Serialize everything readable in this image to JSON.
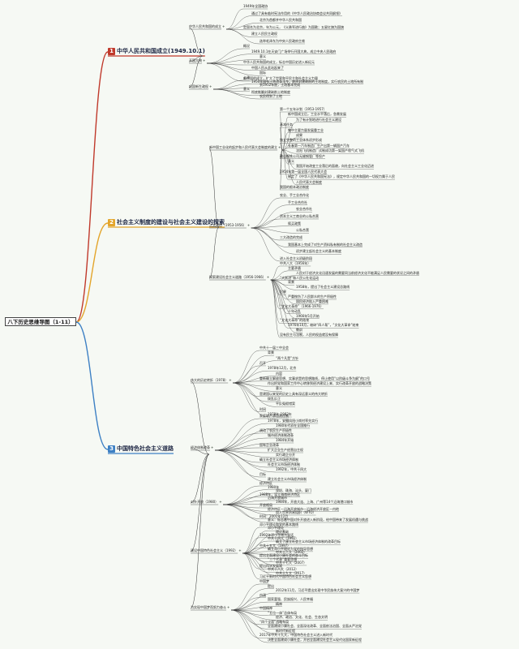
{
  "colors": {
    "branch1": "#c0392b",
    "branch2": "#e3a52b",
    "branch3": "#3d80c4",
    "line": "#333333"
  },
  "root": "八下历史思维导图（1-11）",
  "branches": [
    {
      "num": "1",
      "label": "中华人民共和国成立(1949.10.1)"
    },
    {
      "num": "2",
      "label": "社会主义制度的建设与社会主义建设的探索"
    },
    {
      "num": "3",
      "label": "中国特色社会主义道路"
    }
  ],
  "b1": {
    "topics": [
      "中华人民共和国的成立",
      "开国大典",
      "巩固新生政权"
    ],
    "t1": [
      "1949年全国政协",
      "通过了具有临时宪法作用的《中华人民政治协商会议共同纲领》",
      "北京为首都并中华人民共和国",
      "定国名为北京，年为公元，《义勇军进行曲》为国歌；五星红旗为国旗",
      "建立人民民主政权",
      "选举毛泽东为中央人民政府主席"
    ],
    "t2": [
      "概况",
      "1949.10.1在天安门广场举行开国大典，成立中央人民政府",
      "意义",
      "中华人民共和国的成立，标志中国历史进入新纪元",
      "中国人民从此站起来了",
      "国际",
      "新中国的成立，扩大了世界和平民主和社会主义力量"
    ],
    "t3": [
      "土改",
      "1950年颁布土地改革法令，废除封建剥削的土地制度，实行农民的土地所有制",
      "到1952年底，土改基本完成",
      "意义",
      "彻底推翻封建剥削土地制度",
      "农民得到了土地"
    ]
  },
  "b2": {
    "topics": [
      "新中国工业化的起步和人民代表大会制度的建立",
      "三大改造（1953-1956）",
      "探索建设社会主义道路（1956-1966）"
    ],
    "g1": [
      "第一个五年计划（1953-1957）",
      "新中国成立后，工业水平落后，急需发展",
      "为了有计划地进行社会主义建设",
      "基本任务",
      "集中主要力量发展重工业",
      "成果",
      "独立完整的工业体系初步形成",
      "长春第一汽车制造厂生产出第一辆国产汽车",
      "沈阳飞机制造厂试制成功第一架国产喷气式飞机",
      "鞍山钢铁公司无缝钢管厂等投产",
      "意义",
      "我国开始改变工业落后的面貌，向社会主义工业化迈进",
      "1954年第一届全国人民代表大会",
      "制定了《中华人民共和国宪法》，规定中华人民共和国的一切权力属于人民",
      "人民代表大会制度",
      "我国的根本政治制度"
    ],
    "g2": [
      "农业、手工业合作化",
      "手工业合作社",
      "农业合作社",
      "资本主义工商业的公私合营",
      "赎买政策",
      "公私合营",
      "三大改造的完成",
      "我国基本上完成了对生产资料私有制的社会主义改造",
      "初步建立起社会主义的基本制度",
      "进入社会主义初级阶段"
    ],
    "g3": [
      "中共八大（1956年）",
      "主要矛盾",
      "人民对于经济文化迅速发展的需要同当前经济文化不能满足人民需要的状况之间的矛盾",
      "“大跃进”和人民公社化运动",
      "背景",
      "1958年，提出了社会主义建设总路线",
      "后果",
      "严重挫伤了人民群众的生产积极性",
      "国民经济陷入严重困难",
      "“文化大革命”（1966-1976）",
      "十年动乱",
      "1966年5月开始",
      "“文化大革命”的结束",
      "1976年10月，粉碎“四人帮”，“文化大革命”结束",
      "教训",
      "没有民主与法制，人民的权益就没有保障"
    ]
  },
  "b3": {
    "topics": [
      "伟大的历史转折（1978）",
      "经济体制改革",
      "对外开放（1980）",
      "建设中国特色社会主义（1992）",
      "为实现中国梦而努力奋斗"
    ],
    "g1": [
      "中共十一届三中全会",
      "背景",
      "“两个凡是”方针",
      "召开",
      "1978年12月，北京",
      "内容",
      "重新确立解放思想、实事求是的思想路线，停止使用“以阶级斗争为纲”的口号",
      "作出把党和国家工作中心转移到经济建设上来、实行改革开放的战略决策",
      "意义",
      "是建国以来党的历史上具有深远意义的伟大转折",
      "拨乱反正",
      "平反冤假错案",
      "时间",
      "1978年-1982年"
    ],
    "g2": [
      "家庭联产承包责任制",
      "1978年，安徽凤阳小岗村率先实行",
      "1980年代初在全国推行",
      "调动了农民生产积极性",
      "城市经济体制改革",
      "1984年开始",
      "国有企业改革",
      "扩大企业生产经营自主权",
      "实行政企分开",
      "确立社会主义市场经济体制",
      "社会主义市场经济体制",
      "1992年，中共十四大",
      "目标",
      "建立社会主义市场经济体制"
    ],
    "g3": [
      "经济特区",
      "1980年",
      "深圳、珠海、汕头、厦门",
      "1988年，设立海南经济特区",
      "沿海开放城市",
      "1984年，开放大连、上海、广州等14个沿海港口城市",
      "开放格局",
      "经济特区—沿海开放城市—沿海经济开放区—内地",
      "加入世界贸易组织（WTO）",
      "时间：2001年12月",
      "意义：标志着中国对外开放进入新阶段，给中国带来了发展机遇与挑战"
    ],
    "g4": [
      "邓小平理论和党的基本路线",
      "邓小平理论",
      "理论基础",
      "1992年邓小平南方谈话",
      "中共十四大（1992）",
      "确立了建立社会主义市场经济体制的改革目标",
      "中共十五大（1997）",
      "确立邓小平理论为党的指导思想",
      "中共十六大（2002）",
      "提出全面建设小康社会的奋斗目标",
      "“三个代表”重要思想",
      "中共十七大（2007）",
      "提出科学发展观",
      "中共十八大（2012）",
      "中共十九大（2017）",
      "习近平新时代中国特色社会主义思想"
    ],
    "g5": [
      "中国梦",
      "提出",
      "2012年11月，习近平提出实现中华民族伟大复兴的中国梦",
      "内涵",
      "国家富强、民族振兴、人民幸福",
      "精神",
      "中国精神",
      "“五位一体”总体布局",
      "经济、政治、文化、社会、生态文明",
      "“四个全面”战略布局",
      "全面建成小康社会、全面深化改革、全面依法治国、全面从严治党",
      "新时代新征程",
      "2017年中共十九大，中国特色社会主义进入新时代",
      "决胜全面建成小康社会，开启全面建设社会主义现代化国家新征程"
    ]
  }
}
